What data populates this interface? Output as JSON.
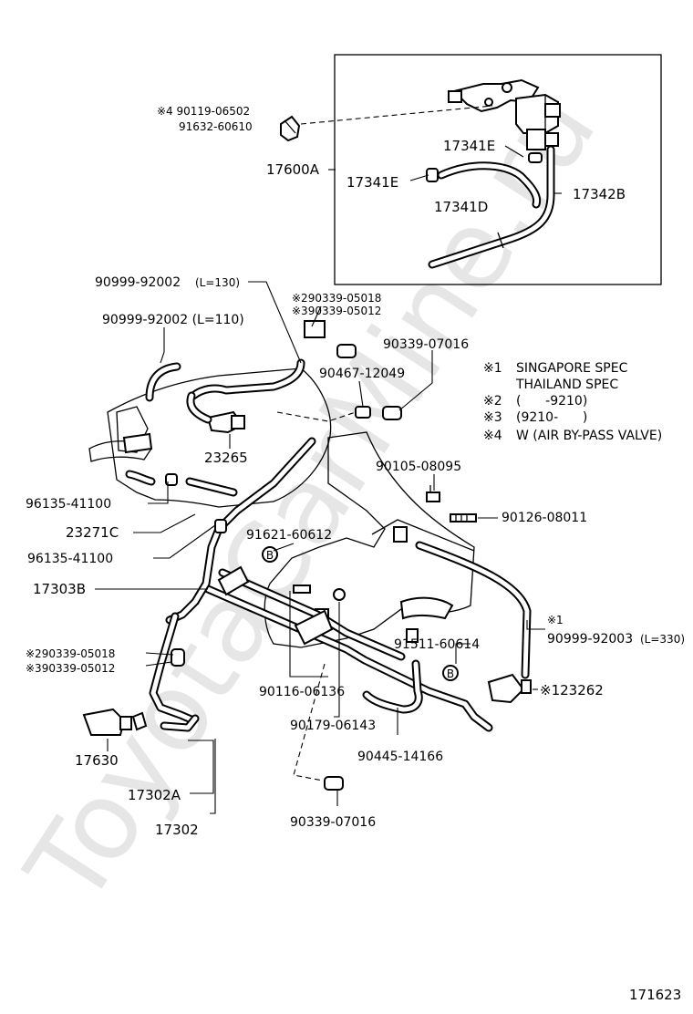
{
  "watermark": "ToyotaCarMine.ru",
  "figure_id": "171623",
  "labels": {
    "p90119": "※4 90119-06502",
    "p91632": "91632-60610",
    "p17600A": "17600A",
    "p17341E_top": "17341E",
    "p17341E_left": "17341E",
    "p17341D": "17341D",
    "p17342B": "17342B",
    "p90999_130": "90999-92002",
    "p90999_130_len": "(L=130)",
    "p90339_05018_top": "※290339-05018",
    "p90339_05012_top": "※390339-05012",
    "p90999_110": "90999-92002 (L=110)",
    "p90339_07016_top": "90339-07016",
    "p90467": "90467-12049",
    "p23265": "23265",
    "p96135_a": "96135-41100",
    "p23271C": "23271C",
    "p96135_b": "96135-41100",
    "p90105": "90105-08095",
    "p90126": "90126-08011",
    "p91621": "91621-60612",
    "p17303B": "17303B",
    "p_star1": "※1",
    "p90999_330": "90999-92003",
    "p90999_330_len": "(L=330)",
    "p91511": "91511-60614",
    "p90339_05018_bot": "※290339-05018",
    "p90339_05012_bot": "※390339-05012",
    "p123262": "※123262",
    "p90116": "90116-06136",
    "p90179": "90179-06143",
    "p17630": "17630",
    "p90445": "90445-14166",
    "p17302A": "17302A",
    "p17302": "17302",
    "p90339_07016_bot": "90339-07016",
    "callout_b1": "B",
    "callout_b2": "B"
  },
  "notes": [
    {
      "mark": "※1",
      "text": "SINGAPORE SPEC"
    },
    {
      "mark": "",
      "text": "THAILAND SPEC"
    },
    {
      "mark": "※2",
      "text": "(      -9210)"
    },
    {
      "mark": "※3",
      "text": "(9210-      )"
    },
    {
      "mark": "※4",
      "text": "W (AIR BY-PASS VALVE)"
    }
  ]
}
